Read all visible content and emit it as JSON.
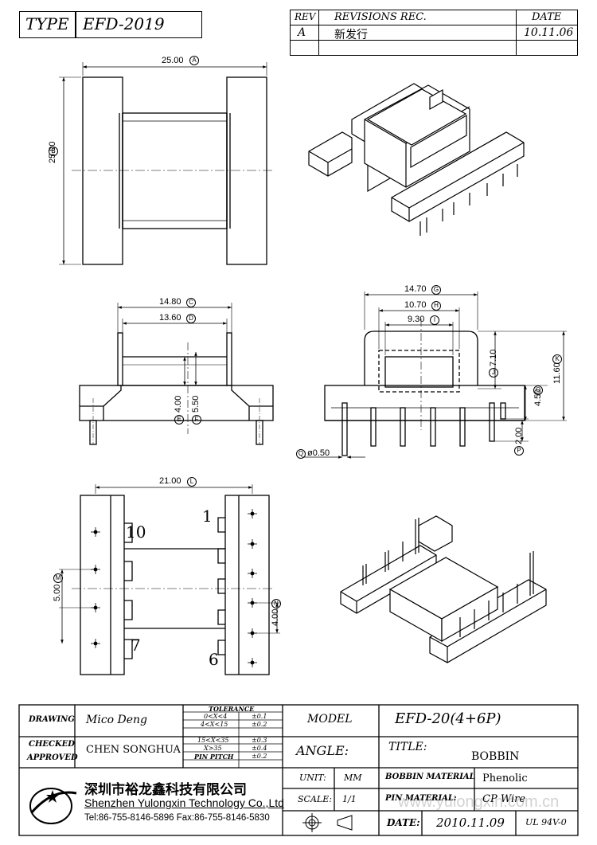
{
  "header": {
    "type_label": "TYPE",
    "type_value": "EFD-2019",
    "rev_label": "REV",
    "revisions_label": "REVISIONS REC.",
    "date_label": "DATE",
    "rev_value": "A",
    "revision_text": "新发行",
    "revision_date": "10.11.06"
  },
  "dims": {
    "A": "25.00",
    "B": "25.00",
    "C": "14.80",
    "D": "13.60",
    "E": "4.00",
    "F": "5.50",
    "G": "14.70",
    "H": "10.70",
    "I": "9.30",
    "J": "7.10",
    "K": "11.60",
    "O": "4.50",
    "P": "2.00",
    "Q": "ø0.50",
    "L": "21.00",
    "M": "5.00",
    "N": "4.00"
  },
  "dim_letters": [
    "A",
    "B",
    "C",
    "D",
    "E",
    "F",
    "G",
    "H",
    "I",
    "J",
    "K",
    "O",
    "P",
    "Q",
    "L",
    "M",
    "N"
  ],
  "pin_labels": {
    "p10": "10",
    "p1": "1",
    "p7": "7",
    "p6": "6"
  },
  "title_block": {
    "drawing_label": "DRAWING",
    "drawing_value": "Mico Deng",
    "tolerance_label": "TOLERANCE",
    "tolerances": [
      {
        "range": "0<X<4",
        "value": "±0.1"
      },
      {
        "range": "4<X<15",
        "value": "±0.2"
      },
      {
        "range": "15<X<35",
        "value": "±0.3"
      },
      {
        "range": "X>35",
        "value": "±0.4"
      },
      {
        "range": "PIN PITCH",
        "value": "±0.2"
      }
    ],
    "model_label": "MODEL",
    "model_value": "EFD-20(4+6P)",
    "checked_label": "CHECKED",
    "approved_label": "APPROVED",
    "checked_value": "CHEN SONGHUA",
    "angle_label": "ANGLE:",
    "title_label": "TITLE:",
    "title_value": "BOBBIN",
    "company_cn": "深圳市裕龙鑫科技有限公司",
    "company_en": "Shenzhen Yulongxin Technology Co.,Ltd",
    "company_tel": "Tel:86-755-8146-5896  Fax:86-755-8146-5830",
    "unit_label": "UNIT:",
    "unit_value": "MM",
    "bobbin_material_label": "BOBBIN MATERIAL",
    "bobbin_material_value": "Phenolic",
    "scale_label": "SCALE:",
    "scale_value": "1/1",
    "pin_material_label": "PIN MATERIAL:",
    "pin_material_value": "CP Wire",
    "date_label": "DATE:",
    "date_value": "2010.11.09",
    "ul_value": "UL 94V-0"
  },
  "watermark": "www.yulongxin.com.cn"
}
